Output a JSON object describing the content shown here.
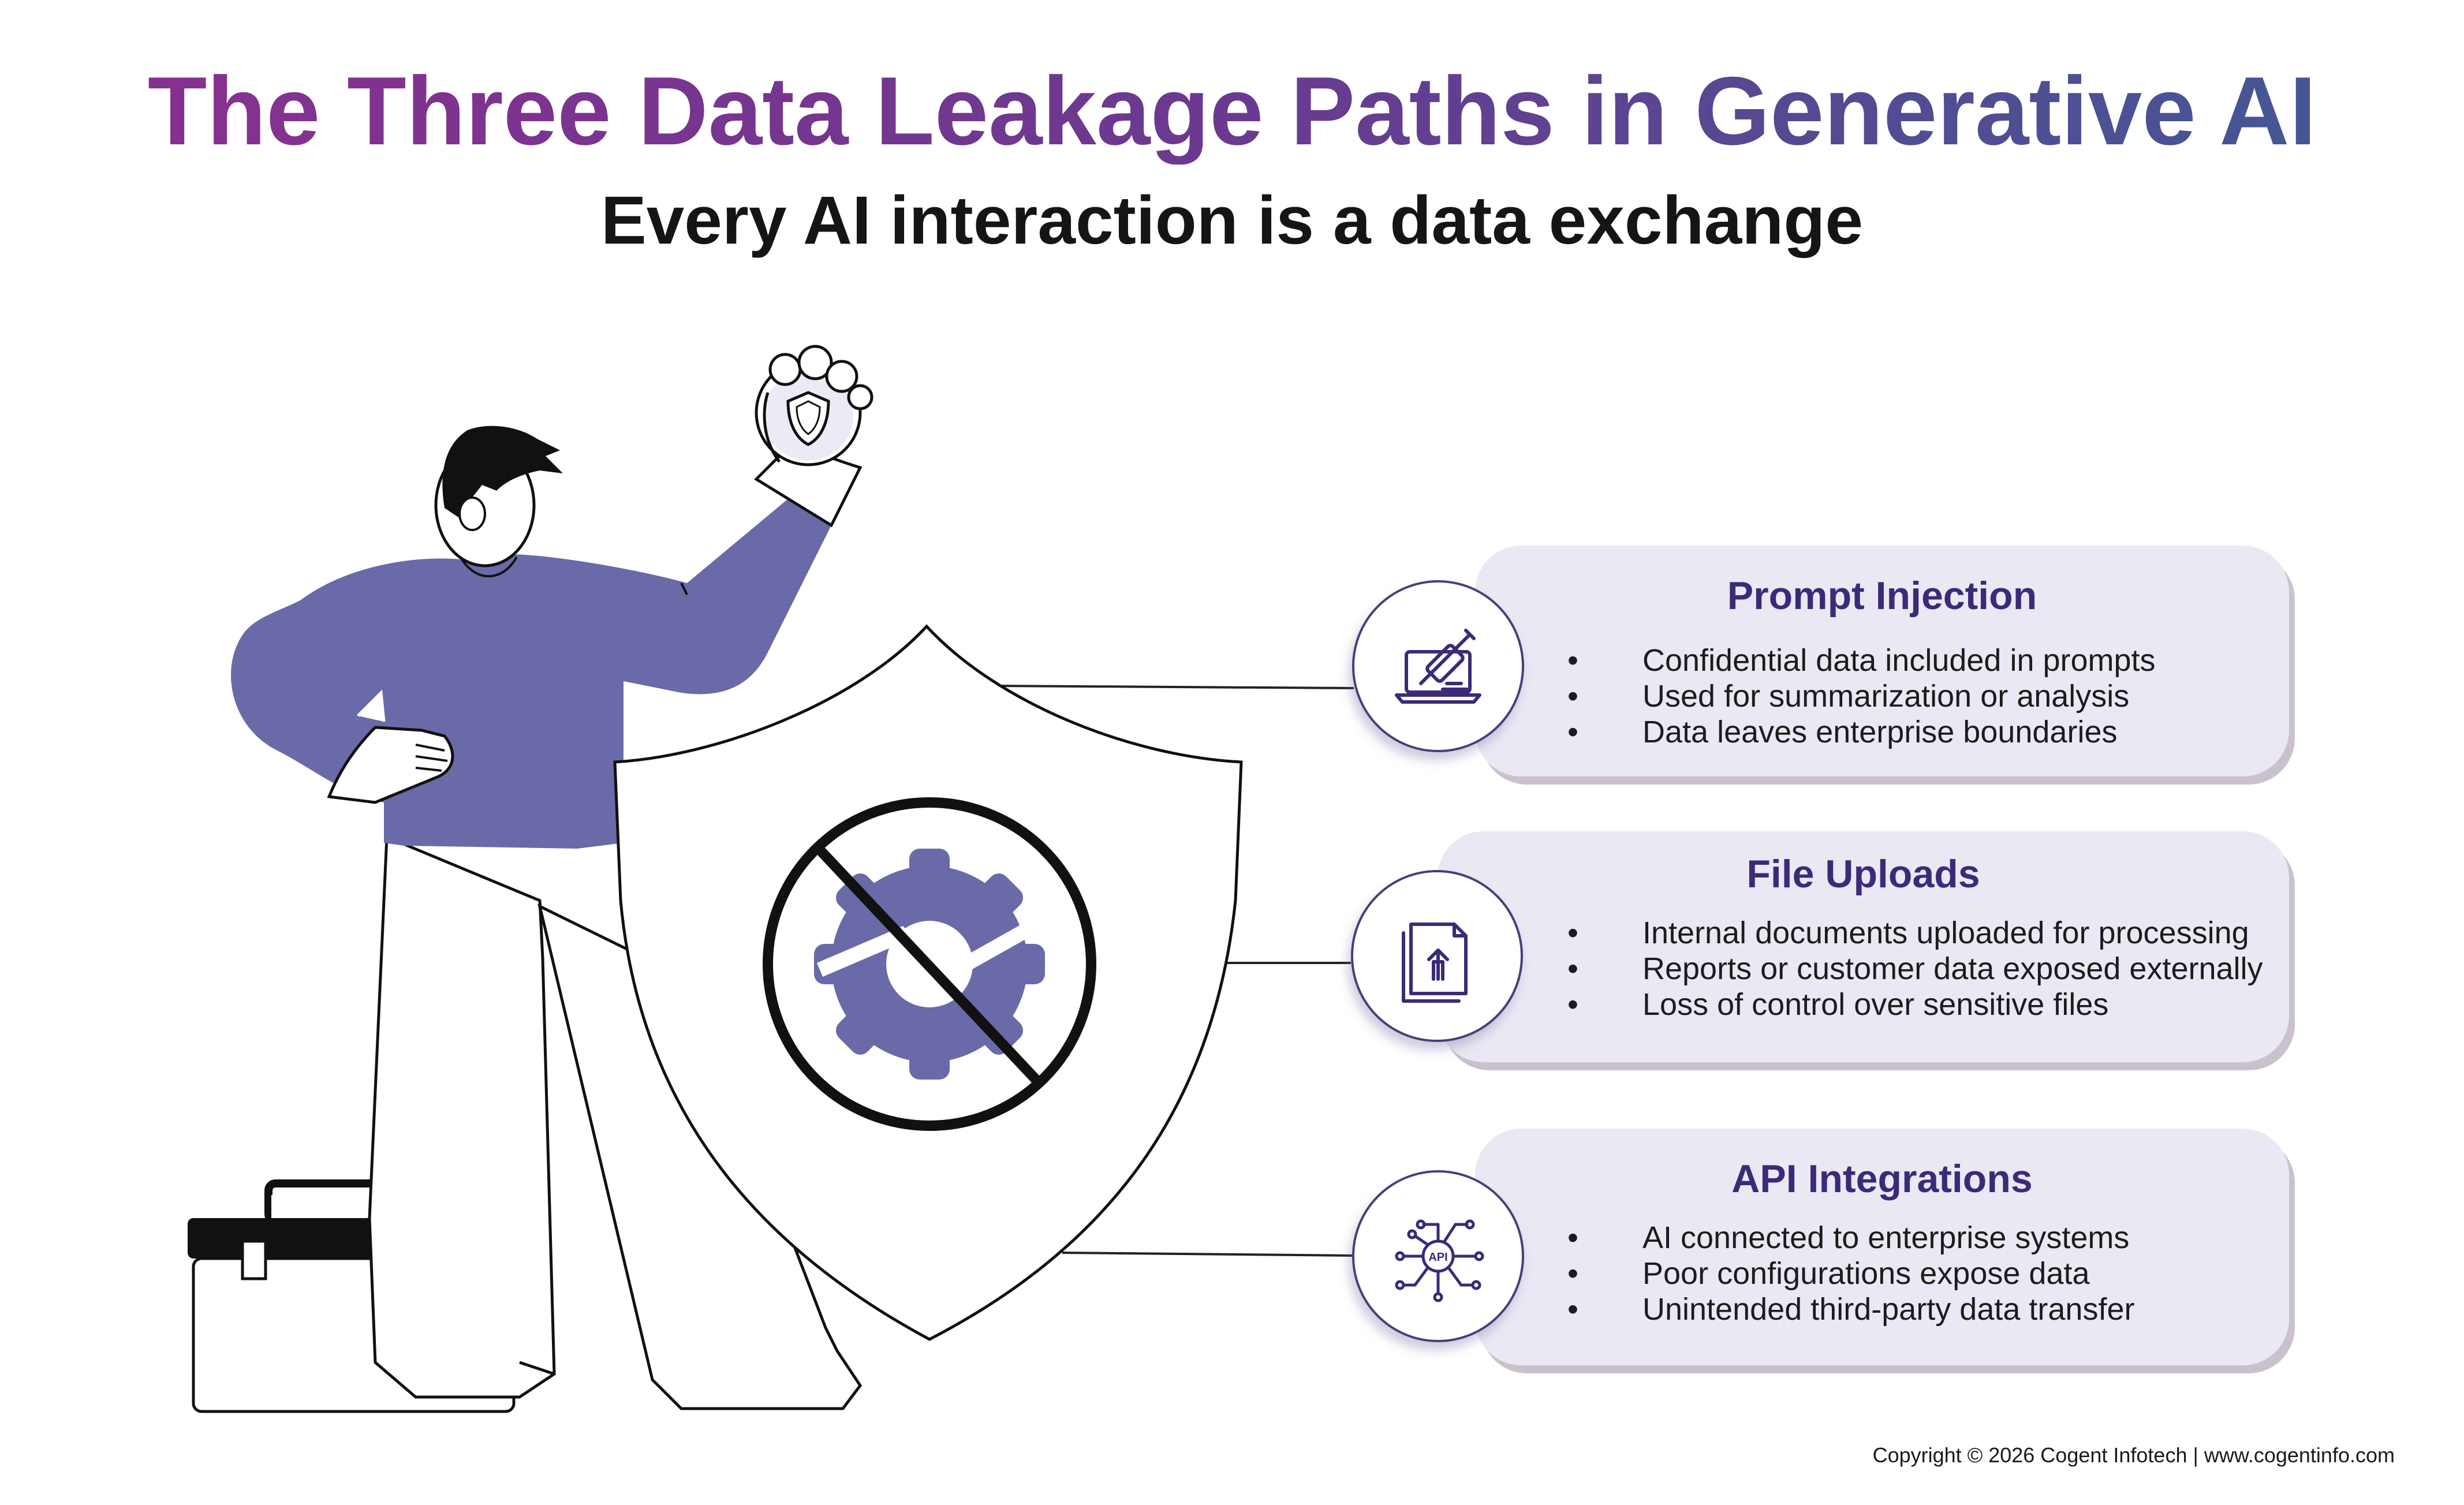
{
  "header": {
    "title": "The Three Data Leakage Paths in Generative AI",
    "subtitle": "Every AI interaction is a data exchange"
  },
  "colors": {
    "accent_purple": "#6a6aa8",
    "title_dark": "#3c2a78",
    "card_bg": "#e9e8f3"
  },
  "cards": [
    {
      "title": "Prompt Injection",
      "icon": "laptop-syringe-icon",
      "bullets": [
        "Confidential data included in prompts",
        "Used for summarization or analysis",
        "Data leaves enterprise boundaries"
      ]
    },
    {
      "title": "File Uploads",
      "icon": "file-upload-icon",
      "bullets": [
        "Internal documents uploaded for processing",
        "Reports or customer data exposed externally",
        "Loss of control over sensitive files"
      ]
    },
    {
      "title": "API Integrations",
      "icon": "api-circuit-icon",
      "icon_text": "API",
      "bullets": [
        "AI connected to enterprise systems",
        "Poor configurations expose data",
        "Unintended third-party data transfer"
      ]
    }
  ],
  "footer": {
    "text": "Copyright © 2026 Cogent Infotech |  www.cogentinfo.com"
  }
}
